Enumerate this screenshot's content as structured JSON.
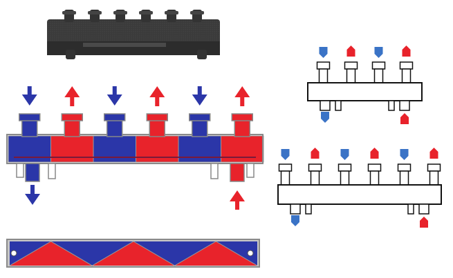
{
  "colors": {
    "hot": "#e8232b",
    "cold": "#2b36a8",
    "cold_light": "#3a73c6",
    "body_dark": "#3a3a3a",
    "outline": "#8a8a8a",
    "line": "#111111"
  },
  "diagram": {
    "product_photo": {
      "ports": 6,
      "finish": "black"
    },
    "cutaway_front": {
      "chambers": [
        "cold",
        "hot",
        "cold",
        "hot",
        "cold",
        "hot"
      ],
      "top_arrows": [
        "down",
        "up",
        "down",
        "up",
        "down",
        "up"
      ],
      "inlet_arrow": "down",
      "outlet_arrow": "up"
    },
    "cutaway_bottom": {
      "zigzag_sections": 6
    },
    "schematic_small": {
      "circuits": [
        "cold",
        "hot",
        "cold",
        "hot"
      ]
    },
    "schematic_large": {
      "circuits": [
        "cold",
        "hot",
        "cold",
        "hot",
        "cold",
        "hot"
      ]
    }
  }
}
